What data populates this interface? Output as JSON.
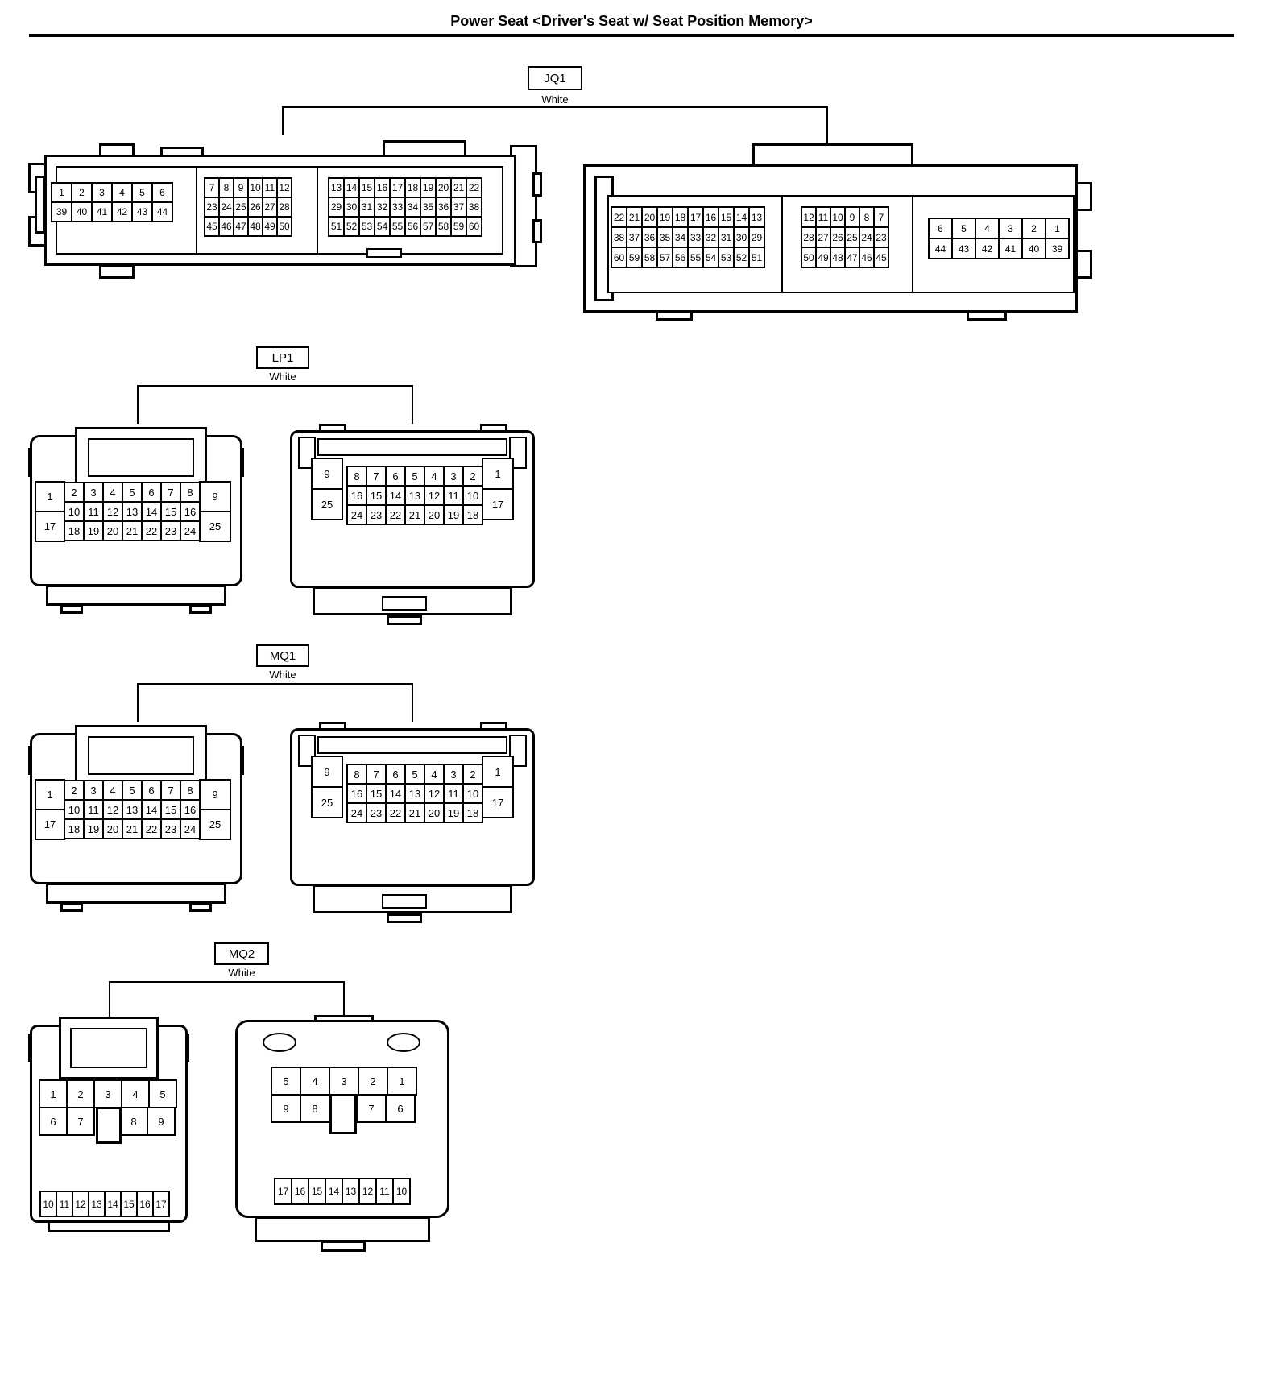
{
  "title": "Power Seat <Driver's Seat w/ Seat Position Memory>",
  "connectors": {
    "jq1": {
      "label": "JQ1",
      "color": "White",
      "left": {
        "grid_a": [
          [
            "1",
            "2",
            "3",
            "4",
            "5",
            "6"
          ],
          [
            "39",
            "40",
            "41",
            "42",
            "43",
            "44"
          ]
        ],
        "grid_b": [
          [
            "7",
            "8",
            "9",
            "10",
            "11",
            "12"
          ],
          [
            "23",
            "24",
            "25",
            "26",
            "27",
            "28"
          ],
          [
            "45",
            "46",
            "47",
            "48",
            "49",
            "50"
          ]
        ],
        "grid_c": [
          [
            "13",
            "14",
            "15",
            "16",
            "17",
            "18",
            "19",
            "20",
            "21",
            "22"
          ],
          [
            "29",
            "30",
            "31",
            "32",
            "33",
            "34",
            "35",
            "36",
            "37",
            "38"
          ],
          [
            "51",
            "52",
            "53",
            "54",
            "55",
            "56",
            "57",
            "58",
            "59",
            "60"
          ]
        ]
      },
      "right": {
        "grid_c": [
          [
            "22",
            "21",
            "20",
            "19",
            "18",
            "17",
            "16",
            "15",
            "14",
            "13"
          ],
          [
            "38",
            "37",
            "36",
            "35",
            "34",
            "33",
            "32",
            "31",
            "30",
            "29"
          ],
          [
            "60",
            "59",
            "58",
            "57",
            "56",
            "55",
            "54",
            "53",
            "52",
            "51"
          ]
        ],
        "grid_b": [
          [
            "12",
            "11",
            "10",
            "9",
            "8",
            "7"
          ],
          [
            "28",
            "27",
            "26",
            "25",
            "24",
            "23"
          ],
          [
            "50",
            "49",
            "48",
            "47",
            "46",
            "45"
          ]
        ],
        "grid_a": [
          [
            "6",
            "5",
            "4",
            "3",
            "2",
            "1"
          ],
          [
            "44",
            "43",
            "42",
            "41",
            "40",
            "39"
          ]
        ]
      }
    },
    "lp1": {
      "label": "LP1",
      "color": "White",
      "left": {
        "side_left": [
          [
            "1"
          ],
          [
            "17"
          ]
        ],
        "middle": [
          [
            "2",
            "3",
            "4",
            "5",
            "6",
            "7",
            "8"
          ],
          [
            "10",
            "11",
            "12",
            "13",
            "14",
            "15",
            "16"
          ],
          [
            "18",
            "19",
            "20",
            "21",
            "22",
            "23",
            "24"
          ]
        ],
        "side_right": [
          [
            "9"
          ],
          [
            "25"
          ]
        ]
      },
      "right": {
        "side_left": [
          [
            "9"
          ],
          [
            "25"
          ]
        ],
        "middle": [
          [
            "8",
            "7",
            "6",
            "5",
            "4",
            "3",
            "2"
          ],
          [
            "16",
            "15",
            "14",
            "13",
            "12",
            "11",
            "10"
          ],
          [
            "24",
            "23",
            "22",
            "21",
            "20",
            "19",
            "18"
          ]
        ],
        "side_right": [
          [
            "1"
          ],
          [
            "17"
          ]
        ]
      }
    },
    "mq1": {
      "label": "MQ1",
      "color": "White",
      "left": {
        "side_left": [
          [
            "1"
          ],
          [
            "17"
          ]
        ],
        "middle": [
          [
            "2",
            "3",
            "4",
            "5",
            "6",
            "7",
            "8"
          ],
          [
            "10",
            "11",
            "12",
            "13",
            "14",
            "15",
            "16"
          ],
          [
            "18",
            "19",
            "20",
            "21",
            "22",
            "23",
            "24"
          ]
        ],
        "side_right": [
          [
            "9"
          ],
          [
            "25"
          ]
        ]
      },
      "right": {
        "side_left": [
          [
            "9"
          ],
          [
            "25"
          ]
        ],
        "middle": [
          [
            "8",
            "7",
            "6",
            "5",
            "4",
            "3",
            "2"
          ],
          [
            "16",
            "15",
            "14",
            "13",
            "12",
            "11",
            "10"
          ],
          [
            "24",
            "23",
            "22",
            "21",
            "20",
            "19",
            "18"
          ]
        ],
        "side_right": [
          [
            "1"
          ],
          [
            "17"
          ]
        ]
      }
    },
    "mq2": {
      "label": "MQ2",
      "color": "White",
      "left": {
        "row1": [
          [
            "1",
            "2",
            "3",
            "4",
            "5"
          ]
        ],
        "row2": [
          [
            "6",
            "7",
            "8",
            "9"
          ]
        ],
        "row3": [
          [
            "10",
            "11",
            "12",
            "13",
            "14",
            "15",
            "16",
            "17"
          ]
        ]
      },
      "right": {
        "row1": [
          [
            "5",
            "4",
            "3",
            "2",
            "1"
          ]
        ],
        "row2": [
          [
            "9",
            "8",
            "7",
            "6"
          ]
        ],
        "row3": [
          [
            "17",
            "16",
            "15",
            "14",
            "13",
            "12",
            "11",
            "10"
          ]
        ]
      }
    }
  }
}
